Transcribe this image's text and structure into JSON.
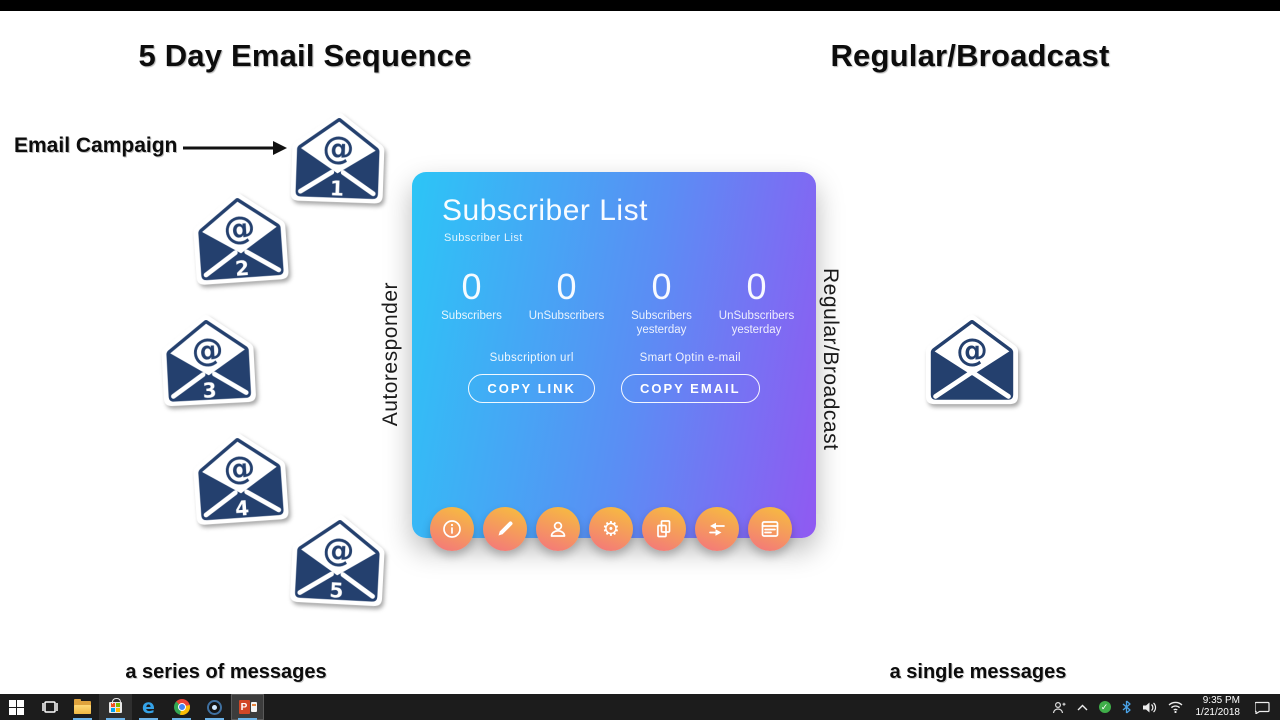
{
  "slide": {
    "left_title": "5 Day Email Sequence",
    "right_title": "Regular/Broadcast",
    "email_campaign_label": "Email Campaign",
    "autoresponder_label": "Autoresponder",
    "broadcast_vertical_label": "Regular/Broadcast",
    "series_caption": "a series of messages",
    "single_caption": "a single messages",
    "envelope_symbol": "@",
    "envelopes": [
      {
        "number": "1"
      },
      {
        "number": "2"
      },
      {
        "number": "3"
      },
      {
        "number": "4"
      },
      {
        "number": "5"
      }
    ]
  },
  "card": {
    "title": "Subscriber List",
    "subtitle": "Subscriber List",
    "stats": [
      {
        "value": "0",
        "label": "Subscribers"
      },
      {
        "value": "0",
        "label": "UnSubscribers"
      },
      {
        "value": "0",
        "label": "Subscribers yesterday"
      },
      {
        "value": "0",
        "label": "UnSubscribers yesterday"
      }
    ],
    "copy_link": {
      "label": "Subscription url",
      "button": "COPY LINK"
    },
    "copy_email": {
      "label": "Smart Optin e-mail",
      "button": "COPY EMAIL"
    },
    "action_icons": [
      "info",
      "edit",
      "user",
      "settings",
      "copy",
      "merge",
      "webform"
    ],
    "colors": {
      "gradient_start": "#2cc5f6",
      "gradient_end": "#9059f2",
      "icon_gradient_top": "#f6c03c",
      "icon_gradient_bottom": "#f4747e",
      "envelope_navy": "#24406e"
    }
  },
  "taskbar": {
    "app_icons": [
      "start",
      "task-view",
      "file-explorer",
      "store",
      "edge",
      "chrome",
      "recorder",
      "powerpoint"
    ],
    "tray_icons": [
      "people",
      "hidden-icons-chevron",
      "defender",
      "bluetooth",
      "volume",
      "network",
      "action-center"
    ],
    "clock": {
      "time": "9:35 PM",
      "date": "1/21/2018"
    },
    "accent_underline": "#6cb3e8"
  }
}
